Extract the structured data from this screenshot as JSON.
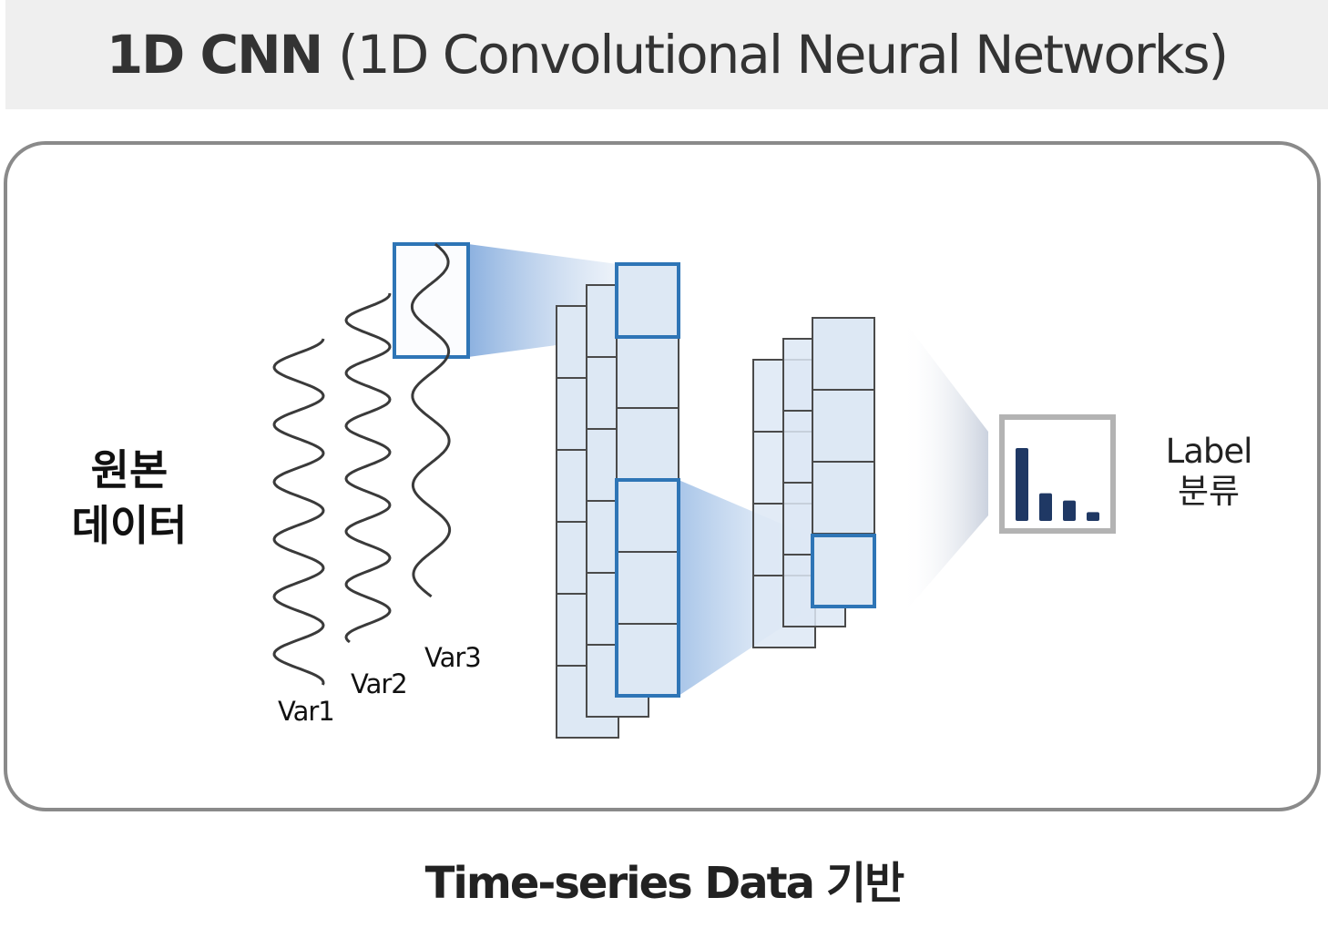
{
  "header": {
    "title_bold": "1D CNN",
    "title_rest": "(1D Convolutional Neural Networks)"
  },
  "diagram": {
    "input_label_line1": "원본",
    "input_label_line2": "데이터",
    "series": [
      {
        "label": "Var1"
      },
      {
        "label": "Var2"
      },
      {
        "label": "Var3"
      }
    ],
    "output_label_line1": "Label",
    "output_label_line2": "분류",
    "output_bar_levels": [
      1.0,
      0.38,
      0.28,
      0.12
    ]
  },
  "footer": {
    "caption_en": "Time-series Data",
    "caption_ko": "기반"
  },
  "colors": {
    "highlight": "#2e75b6",
    "cell_fill": "#dde8f4",
    "cell_stroke": "#4a4a4a",
    "wave": "#3a3a3a",
    "bar": "#1f3864",
    "result_frame": "#b3b3b3"
  }
}
